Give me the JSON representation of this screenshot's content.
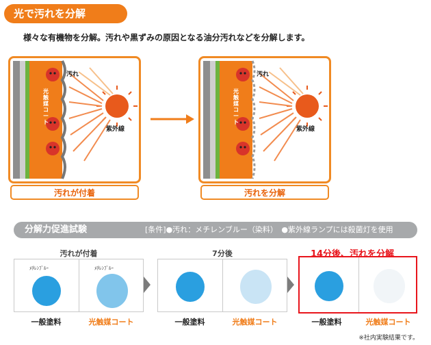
{
  "header": {
    "title": "光で汚れを分解"
  },
  "subtitle": "様々な有機物を分解。汚れや黒ずみの原因となる油分汚れなどを分解します。",
  "diagram": {
    "labels": {
      "dirt": "汚れ",
      "coat": "光触媒コート",
      "uv": "紫外線"
    },
    "left_caption": "汚れが付着",
    "right_caption": "汚れを分解"
  },
  "section": {
    "title": "分解力促進試験",
    "conditions": "[条件]●汚れ：メチレンブルー（染料）　●紫外線ランプには殺菌灯を使用"
  },
  "stages": [
    {
      "label": "汚れが付着",
      "highlight": false,
      "left_tag": "ﾒﾁﾚﾝﾌﾞﾙｰ",
      "right_tag": "ﾒﾁﾚﾝﾌﾞﾙｰ"
    },
    {
      "label": "7分後",
      "highlight": false
    },
    {
      "label": "14分後、汚れを分解",
      "highlight": true
    }
  ],
  "samples": {
    "normal": "一般塗料",
    "photocatalyst": "光触媒コート"
  },
  "colors": {
    "accent": "#f07d1a",
    "highlight": "#e8141b",
    "dye": "#2a9fe0",
    "section_bar": "#a7a9ab"
  },
  "footnote": "※社内実験結果です。"
}
